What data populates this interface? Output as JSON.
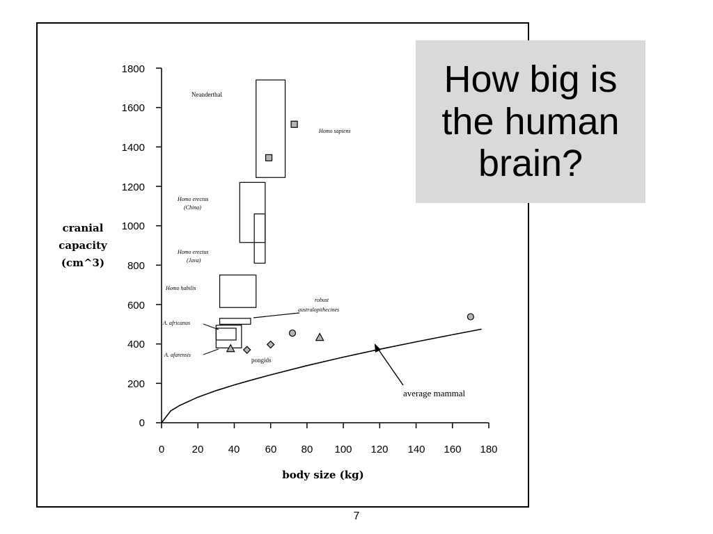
{
  "slide": {
    "title": "How big is\nthe human\nbrain?",
    "page_number": "7"
  },
  "chart_data": {
    "type": "scatter",
    "title": "",
    "xlabel": "body size (kg)",
    "ylabel": [
      "cranial",
      "capacity",
      "(cm^3)"
    ],
    "xlim": [
      0,
      180
    ],
    "ylim": [
      0,
      1800
    ],
    "xticks": [
      0,
      20,
      40,
      60,
      80,
      100,
      120,
      140,
      160,
      180
    ],
    "yticks": [
      0,
      200,
      400,
      600,
      800,
      1000,
      1200,
      1400,
      1600,
      1800
    ],
    "grid": false,
    "ranges": [
      {
        "name": "Neanderthal",
        "x": [
          52,
          68
        ],
        "y": [
          1245,
          1740
        ]
      },
      {
        "name": "Homo erectus (China)",
        "x": [
          43,
          57
        ],
        "y": [
          915,
          1220
        ]
      },
      {
        "name": "Homo erectus (Java)",
        "x": [
          51,
          57
        ],
        "y": [
          810,
          1060
        ]
      },
      {
        "name": "Homo habilis",
        "x": [
          32,
          52
        ],
        "y": [
          585,
          750
        ]
      },
      {
        "name": "robust australopithecines",
        "x": [
          32,
          49
        ],
        "y": [
          500,
          530
        ]
      },
      {
        "name": "A. africanus",
        "x": [
          30,
          44
        ],
        "y": [
          380,
          495
        ]
      },
      {
        "name": "A. afarensis",
        "x": [
          30,
          41
        ],
        "y": [
          420,
          480
        ]
      }
    ],
    "points": [
      {
        "group": "Homo sapiens",
        "shape": "square",
        "x": 73,
        "y": 1515
      },
      {
        "group": "Homo sapiens",
        "shape": "square",
        "x": 59,
        "y": 1345
      },
      {
        "group": "pongids",
        "shape": "diamond",
        "x": 47,
        "y": 370
      },
      {
        "group": "pongids",
        "shape": "diamond",
        "x": 60,
        "y": 397
      },
      {
        "group": "pongids",
        "shape": "circle",
        "x": 72,
        "y": 455
      },
      {
        "group": "pongids",
        "shape": "triangle",
        "x": 87,
        "y": 432
      },
      {
        "group": "pongids",
        "shape": "triangle",
        "x": 38,
        "y": 375
      },
      {
        "group": "average mammal",
        "shape": "circle",
        "x": 170,
        "y": 538
      }
    ],
    "average_mammal_curve": {
      "name": "average mammal",
      "x": [
        0,
        5,
        10,
        20,
        30,
        40,
        50,
        60,
        80,
        100,
        120,
        140,
        160,
        176
      ],
      "y": [
        0,
        60,
        88,
        130,
        163,
        192,
        218,
        243,
        290,
        333,
        373,
        411,
        447,
        475
      ]
    },
    "annotations": {
      "neanderthal": "Neanderthal",
      "homo_sapiens": "Homo sapiens",
      "erectus_china_1": "Homo erectus",
      "erectus_china_2": "(China)",
      "erectus_java_1": "Homo erectus",
      "erectus_java_2": "(Java)",
      "homo_habilis": "Homo habilis",
      "robust_1": "robust",
      "robust_2": "australopithecines",
      "africanus": "A. africanus",
      "afarensis": "A. afarensis",
      "pongids": "pongids",
      "average_mammal": "average mammal"
    },
    "colors": {
      "marker_fill": "#b3b3b3",
      "line": "#000000"
    }
  }
}
